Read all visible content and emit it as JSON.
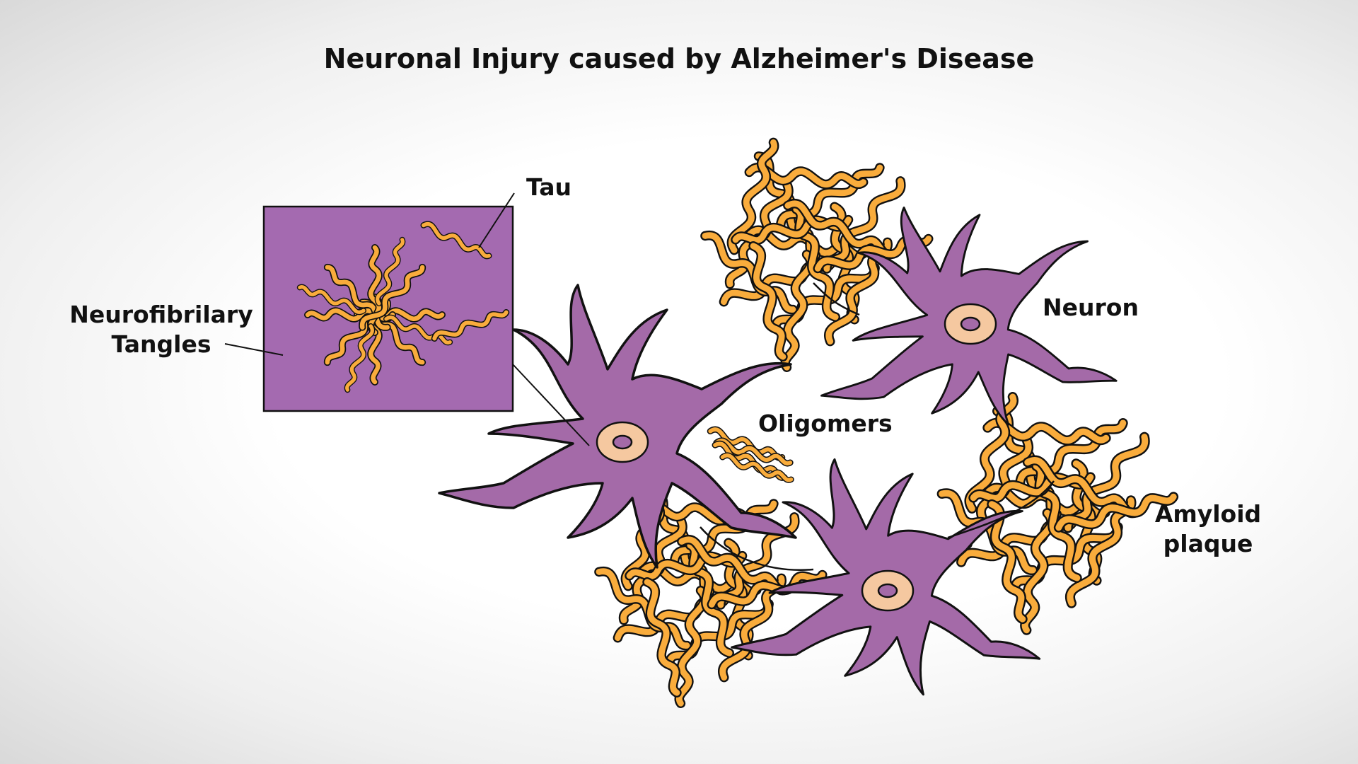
{
  "title": "Neuronal Injury caused by Alzheimer's Disease",
  "labels": {
    "tau": "Tau",
    "nft_line1": "Neurofibrilary",
    "nft_line2": "Tangles",
    "neuron": "Neuron",
    "oligomers": "Oligomers",
    "amyloid_line1": "Amyloid",
    "amyloid_line2": "plaque"
  },
  "colors": {
    "neuron_fill": "#a46aa8",
    "nucleus_fill": "#f5c8a0",
    "amyloid_fill": "#f9ac3c",
    "inset_fill": "#a46ab0",
    "outline": "#111111"
  }
}
